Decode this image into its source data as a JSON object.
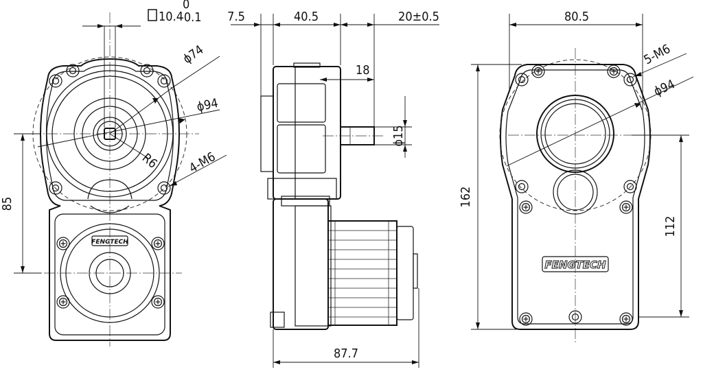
{
  "brand": "FENGTECH",
  "front_view": {
    "dim_square": "10.4",
    "dim_square_upper_tol": "0",
    "dim_square_lower_tol": "-0.1",
    "dim_phi74": "ϕ74",
    "dim_phi94": "ϕ94",
    "dim_r6": "R6",
    "dim_holes": "4-M6",
    "dim_85": "85"
  },
  "side_view": {
    "dim_7_5": "7.5",
    "dim_40_5": "40.5",
    "dim_20": "20±0.5",
    "dim_18": "18",
    "dim_phi15": "ϕ15",
    "dim_87_7": "87.7"
  },
  "rear_view": {
    "dim_80_5": "80.5",
    "dim_holes": "5-M6",
    "dim_phi94": "ϕ94",
    "dim_162": "162",
    "dim_112": "112"
  }
}
